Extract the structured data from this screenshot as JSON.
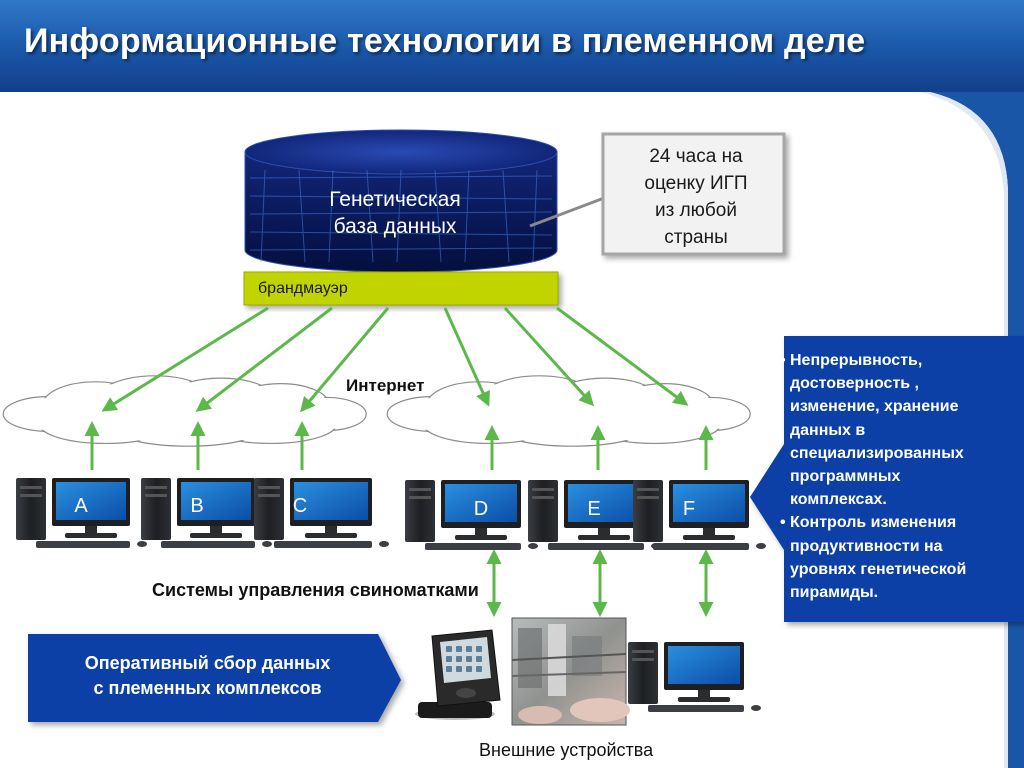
{
  "title": "Информационные технологии в племенном деле",
  "database": {
    "line1": "Генетическая",
    "line2": "база данных"
  },
  "callout": {
    "line1": "24 часа на",
    "line2": "оценку ИГП",
    "line3": "из любой",
    "line4": "страны"
  },
  "firewall": "брандмауэр",
  "internet": "Интернет",
  "computers": [
    "A",
    "B",
    "C",
    "D",
    "E",
    "F"
  ],
  "systems_label": "Системы управления свиноматками",
  "info_panel": {
    "items": [
      [
        "Непрерывность,",
        "достоверность ,",
        "изменение, хранение",
        "данных в",
        "специализированных",
        "программных",
        "комплексах."
      ],
      [
        "Контроль изменения",
        "продуктивности на",
        "уровнях генетической",
        "пирамиды."
      ]
    ]
  },
  "collection_box": {
    "line1": "Оперативный сбор данных",
    "line2": "с племенных комплексов"
  },
  "external_label": "Внешние устройства",
  "colors": {
    "title_blue": "#1a56a8",
    "panel_blue": "#0f3fa6",
    "firewall": "#c2d400",
    "arrow_green": "#5db84a"
  },
  "icons": [
    "computer-icon",
    "pda-device-icon",
    "cloud-icon",
    "database-cylinder-icon"
  ]
}
